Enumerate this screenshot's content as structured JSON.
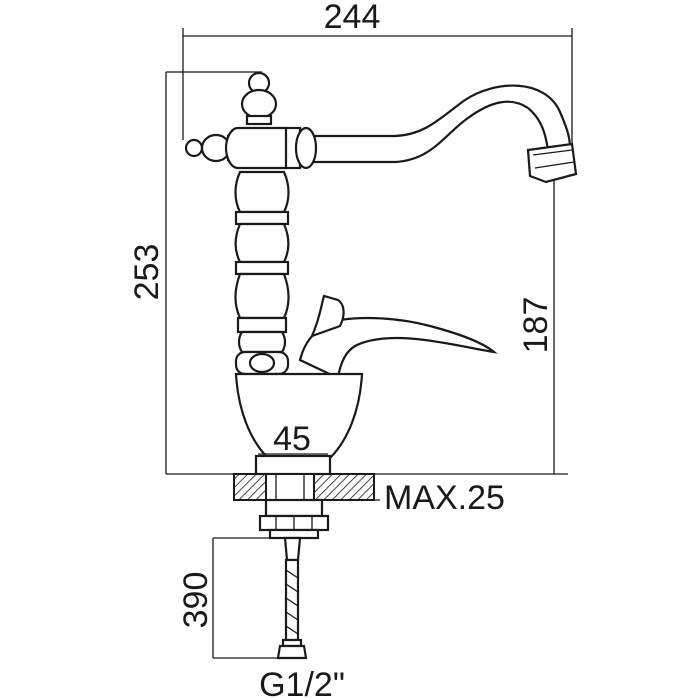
{
  "drawing": {
    "colors": {
      "line": "#1a1a1a",
      "background": "#ffffff",
      "hatch": "#1a1a1a"
    }
  },
  "dimensions": {
    "overall_width": "244",
    "overall_height": "253",
    "spout_height": "187",
    "base_diameter": "45",
    "max_deck_thickness": "MAX.25",
    "hose_length": "390",
    "connection_thread": "G1/2\""
  }
}
